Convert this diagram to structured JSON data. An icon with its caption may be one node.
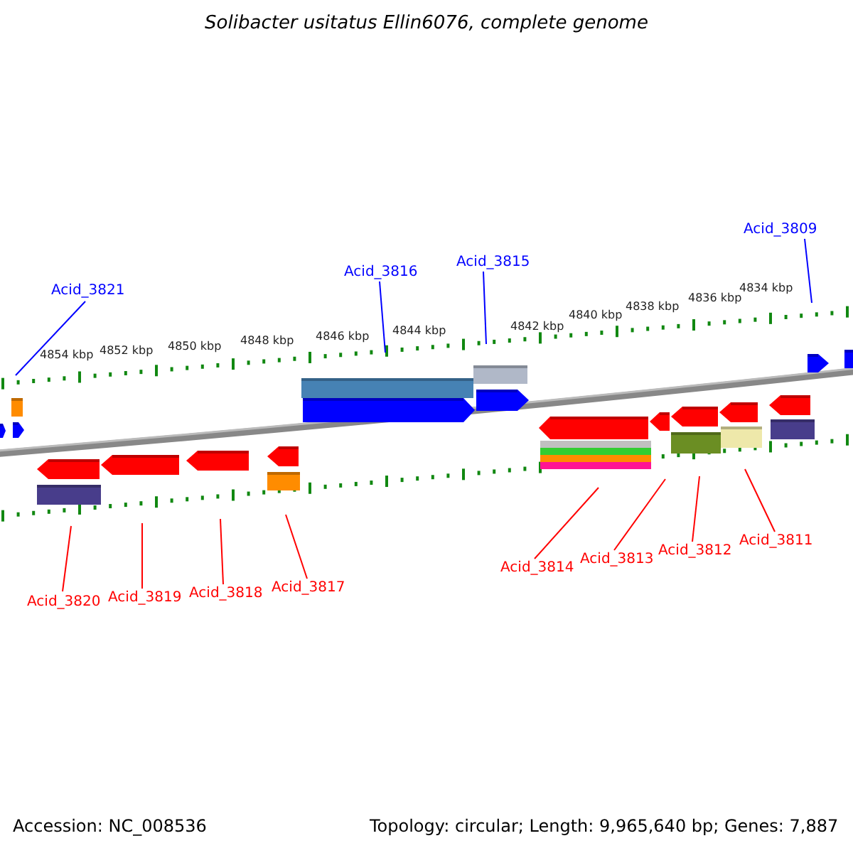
{
  "diagram": {
    "title": "Solibacter usitatus Ellin6076, complete genome",
    "nodes": [
      {
        "text": [
          "Acid_3821"
        ]
      },
      {
        "text": [
          "Acid_3816"
        ]
      },
      {
        "text": [
          "Acid_3815"
        ]
      },
      {
        "text": [
          "Acid_3809"
        ]
      },
      {
        "text": [
          "Acid_3820"
        ]
      },
      {
        "text": [
          "Acid_3819"
        ]
      },
      {
        "text": [
          "Acid_3818"
        ]
      },
      {
        "text": [
          "Acid_3817"
        ]
      },
      {
        "text": [
          "Acid_3814"
        ]
      },
      {
        "text": [
          "Acid_3813"
        ]
      },
      {
        "text": [
          "Acid_3812"
        ]
      },
      {
        "text": [
          "Acid_3811"
        ]
      }
    ],
    "edges": [
      {
        "from": 0,
        "to": null,
        "arrow": "none",
        "color": "#0000ff"
      },
      {
        "from": 1,
        "to": null,
        "arrow": "none",
        "color": "#0000ff"
      },
      {
        "from": 2,
        "to": null,
        "arrow": "none",
        "color": "#0000ff"
      },
      {
        "from": 3,
        "to": null,
        "arrow": "none",
        "color": "#0000ff"
      },
      {
        "from": 4,
        "to": null,
        "arrow": "none"
      },
      {
        "from": 5,
        "to": null,
        "arrow": "none"
      },
      {
        "from": 6,
        "to": null,
        "arrow": "none"
      },
      {
        "from": 7,
        "to": null,
        "arrow": "none"
      },
      {
        "from": 8,
        "to": null,
        "arrow": "none"
      },
      {
        "from": 9,
        "to": null,
        "arrow": "none"
      },
      {
        "from": 10,
        "to": null,
        "arrow": "none"
      },
      {
        "from": 11,
        "to": null,
        "arrow": "none"
      }
    ],
    "labels": [
      "4854 kbp",
      "4852 kbp",
      "4850 kbp",
      "4848 kbp",
      "4846 kbp",
      "4844 kbp",
      "4842 kbp",
      "4840 kbp",
      "4838 kbp",
      "4836 kbp",
      "4834 kbp",
      "Accession: NC_008536",
      "Topology: circular; Length: 9,965,640 bp; Genes: 7,887"
    ]
  }
}
